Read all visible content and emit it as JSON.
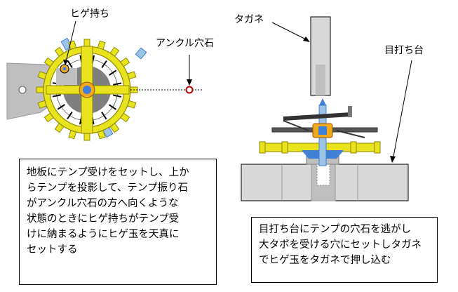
{
  "labels": {
    "hige_mochi": "ヒゲ持ち",
    "ankle_stone": "アンクル穴石",
    "tagane": "タガネ",
    "meuchi_dai": "目打ち台"
  },
  "notes": {
    "left": "地板にテンプ受けをセットし、上か\nらテンプを投影して、テンプ振り石\nがアンクル穴石の方へ向くような\n状態のときにヒゲ持ちがテンプ受\nけに納まるようにヒゲ玉を天真に\nセットする",
    "right": "目打ち台にテンプの穴石を逃がし\n大タボを受ける穴にセットしタガネ\nでヒゲ玉をタガネで押し込む"
  },
  "colors": {
    "yellow": "#e9e31e",
    "yellow_dark": "#c9c000",
    "orange": "#f0a81c",
    "blue": "#3f7fd6",
    "light_blue": "#9dc3e6",
    "grey": "#bfbfbf",
    "dark_grey": "#7f7f7f",
    "red": "#c00000"
  }
}
